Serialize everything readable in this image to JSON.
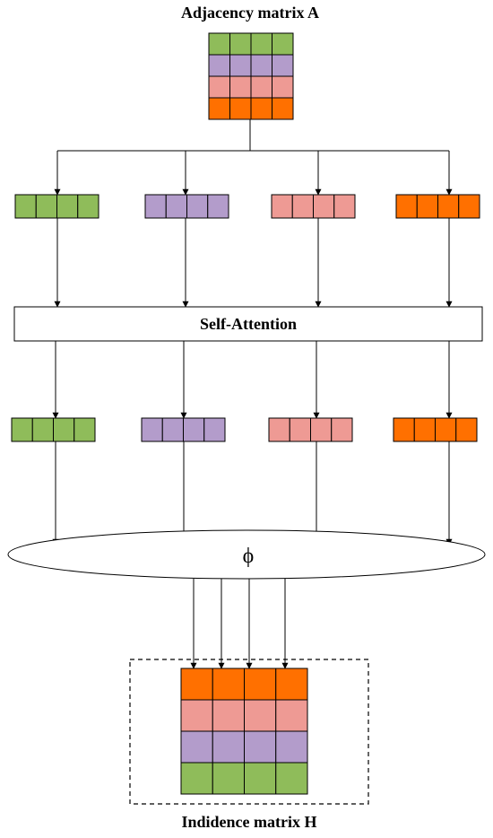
{
  "diagram": {
    "top_title": "Adjacency matrix A",
    "attention_label": "Self-Attention",
    "phi_label": "ϕ",
    "bottom_title": "Indidence matrix H"
  },
  "colors": {
    "green": "#8fbc5a",
    "purple": "#b39ccb",
    "pink": "#ee9a94",
    "orange": "#ff7000",
    "stroke": "#000000"
  },
  "rows": {
    "top_matrix_order": [
      "green",
      "purple",
      "pink",
      "orange"
    ],
    "vectors_order": [
      "green",
      "purple",
      "pink",
      "orange"
    ],
    "bottom_matrix_order": [
      "orange",
      "pink",
      "purple",
      "green"
    ],
    "cells_per_row": 4
  }
}
